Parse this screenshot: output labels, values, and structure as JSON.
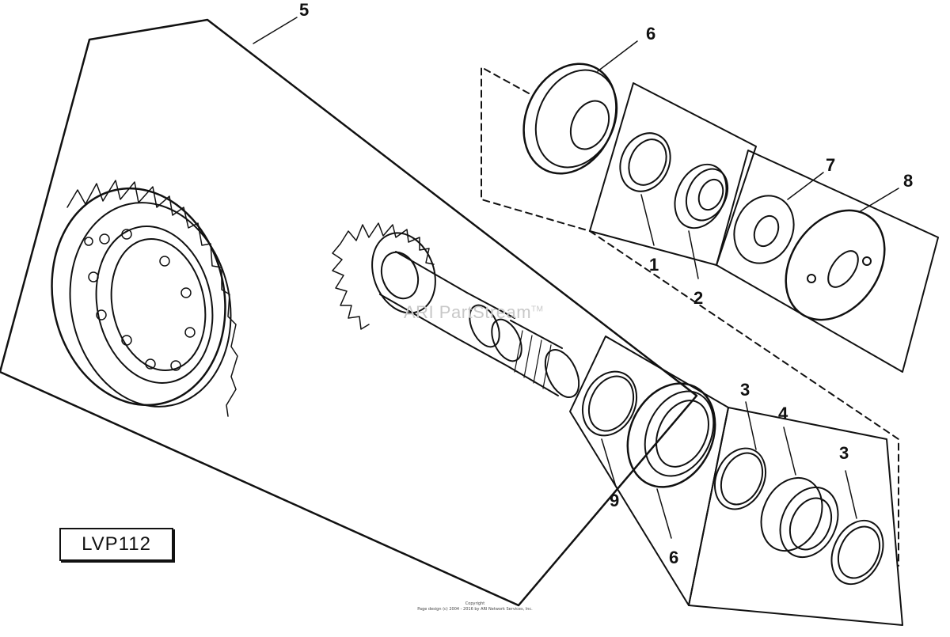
{
  "diagram": {
    "reference_code": "LVP112",
    "watermark": "ARI PartStream",
    "watermark_tm": "TM",
    "copyright_line1": "Copyright",
    "copyright_line2": "Page design (c) 2004 - 2016 by ARI Network Services, Inc.",
    "callouts": {
      "c5": "5",
      "c6_top": "6",
      "c7": "7",
      "c8": "8",
      "c1": "1",
      "c2": "2",
      "c3_left": "3",
      "c4": "4",
      "c3_right": "3",
      "c9": "9",
      "c6_bottom": "6"
    }
  }
}
